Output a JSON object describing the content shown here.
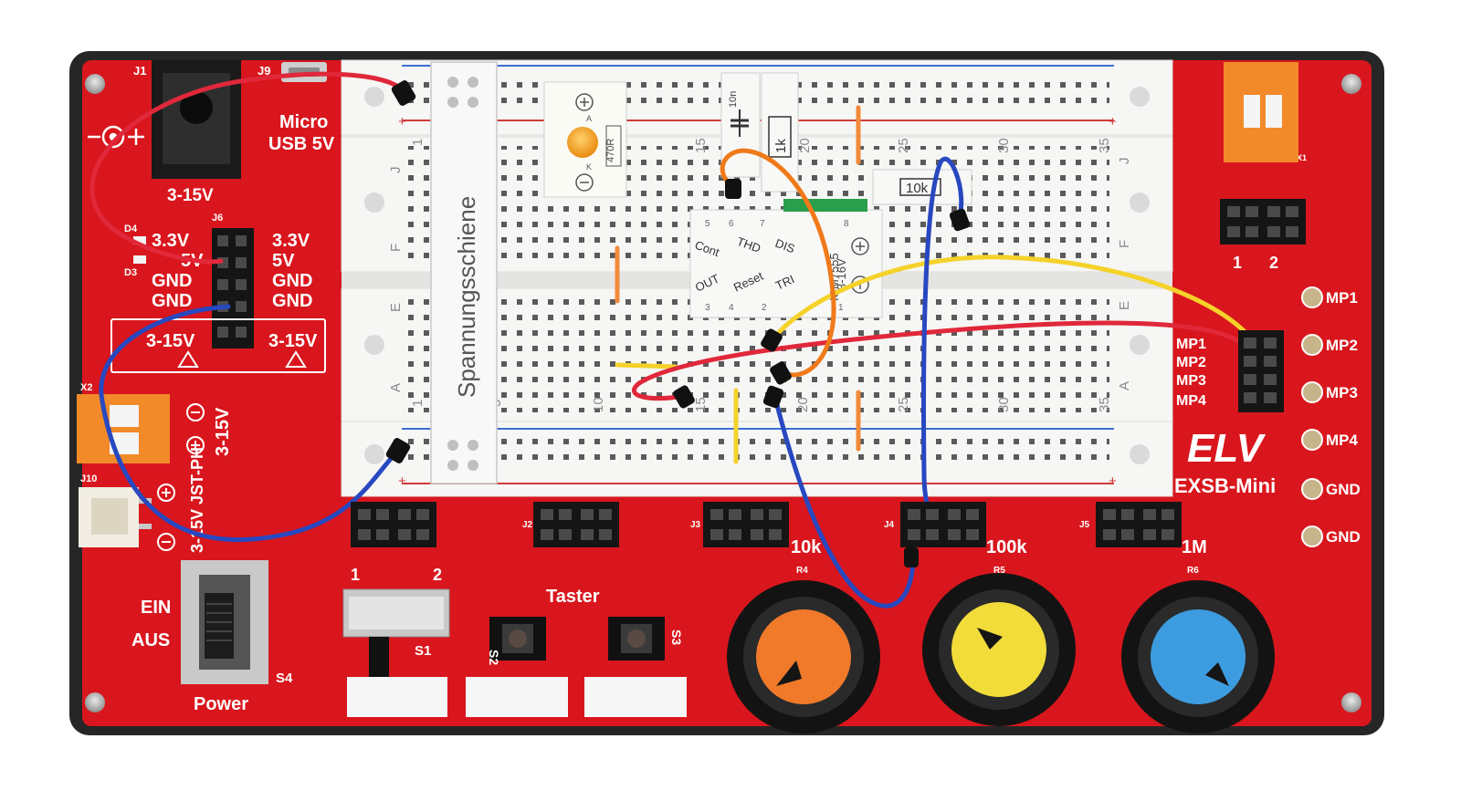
{
  "board": {
    "brand": "ELV",
    "model": "EXSB-Mini",
    "rail_label": "Spannungsschiene",
    "power_title": "Power",
    "switch_on": "EIN",
    "switch_off": "AUS"
  },
  "connectors": {
    "j1": "J1",
    "j9": "J9",
    "j6": "J6",
    "x2": "X2",
    "j10": "J10",
    "x1": "X1",
    "dc_input": "3-15V",
    "micro_usb_line1": "Micro",
    "micro_usb_line2": "USB 5V",
    "jst": "3-15V JST-PH",
    "x2_voltage": "3-15V",
    "d4": "D4",
    "d3": "D3"
  },
  "power_pins": {
    "left": [
      "3.3V",
      "5V",
      "GND",
      "GND",
      "3-15V"
    ],
    "right": [
      "3.3V",
      "5V",
      "GND",
      "GND",
      "3-15V"
    ]
  },
  "measure_points": [
    "MP1",
    "MP2",
    "MP3",
    "MP4",
    "GND",
    "GND"
  ],
  "header_labels": [
    "MP1",
    "MP2",
    "MP3",
    "MP4"
  ],
  "headers": [
    "J2",
    "J3",
    "J4",
    "J5"
  ],
  "dip_switch_labels": [
    "1",
    "2"
  ],
  "j_pin_labels": [
    "1",
    "2"
  ],
  "potentiometers": [
    {
      "value": "10k",
      "ref": "R4",
      "cap_color": "#f07a2a"
    },
    {
      "value": "100k",
      "ref": "R5",
      "cap_color": "#f2dc3a"
    },
    {
      "value": "1M",
      "ref": "R6",
      "cap_color": "#3d9ce0"
    }
  ],
  "buttons": {
    "taster": "Taster",
    "s1": "S1",
    "s2": "S2",
    "s3": "S3",
    "s4": "S4"
  },
  "breadboard": {
    "row_letters": [
      "J",
      "F",
      "E",
      "A"
    ],
    "col_numbers_top": [
      "1",
      "15",
      "20",
      "25",
      "30",
      "35"
    ],
    "col_numbers_bottom": [
      "1",
      "5",
      "10",
      "15",
      "20",
      "25",
      "30",
      "35"
    ],
    "rail_plus": "+"
  },
  "ic": {
    "name": "ICM7555",
    "voltage": "3-16V",
    "pins": [
      "Cont",
      "THD",
      "DIS",
      "OUT",
      "Reset",
      "TRI"
    ],
    "pin_numbers": [
      "5",
      "6",
      "7",
      "8",
      "3",
      "4",
      "2",
      "1"
    ]
  },
  "components": {
    "resistor_led": "470R",
    "capacitor": "10n",
    "resistor_1k": "1k",
    "resistor_10k": "10k",
    "led_anode": "A",
    "led_cathode": "K"
  },
  "colors": {
    "pcb": "#d9161d",
    "case": "#262626",
    "wire_red": "#e0283a",
    "wire_blue": "#2848c0",
    "wire_yellow": "#f4d22a",
    "wire_orange": "#f07a1a"
  }
}
